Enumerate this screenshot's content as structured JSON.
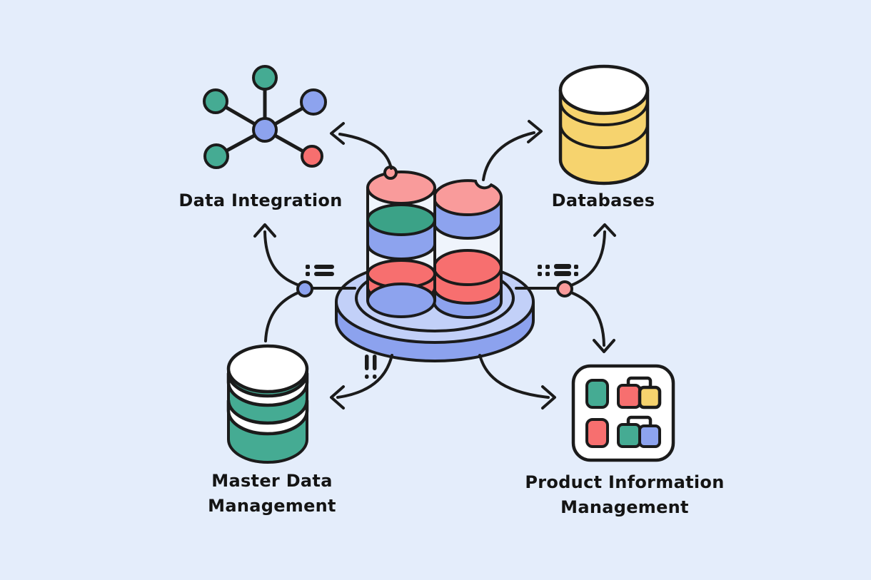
{
  "title": "Data management ecosystem diagram",
  "colors": {
    "background": "#E4EDFB",
    "outline": "#1B1B1B",
    "pink": "#F99B9B",
    "red": "#F76F6F",
    "green": "#45AB93",
    "green_dark": "#3BA287",
    "blue": "#8DA3EE",
    "platform_top": "#C2D0F8",
    "platform_side": "#8CA2EE",
    "yellow": "#F6D36E",
    "band_white": "#EFF4FC",
    "text": "#141414"
  },
  "center": {
    "icon": "stacked-data-discs-on-platform",
    "description": "Two cylinders of colored data discs standing on a round blue platform"
  },
  "nodes": {
    "data_integration": {
      "label": "Data Integration",
      "icon": "network-graph-icon"
    },
    "databases": {
      "label": "Databases",
      "icon": "yellow-database-icon"
    },
    "master_data_management": {
      "line1": "Master Data",
      "line2": "Management",
      "icon": "green-database-icon"
    },
    "product_information_management": {
      "line1": "Product Information",
      "line2": "Management",
      "icon": "component-grid-icon"
    }
  },
  "symbols": {
    "left_connector": ":=",
    "right_connector": "::=:",
    "bottom_left": "!!"
  }
}
